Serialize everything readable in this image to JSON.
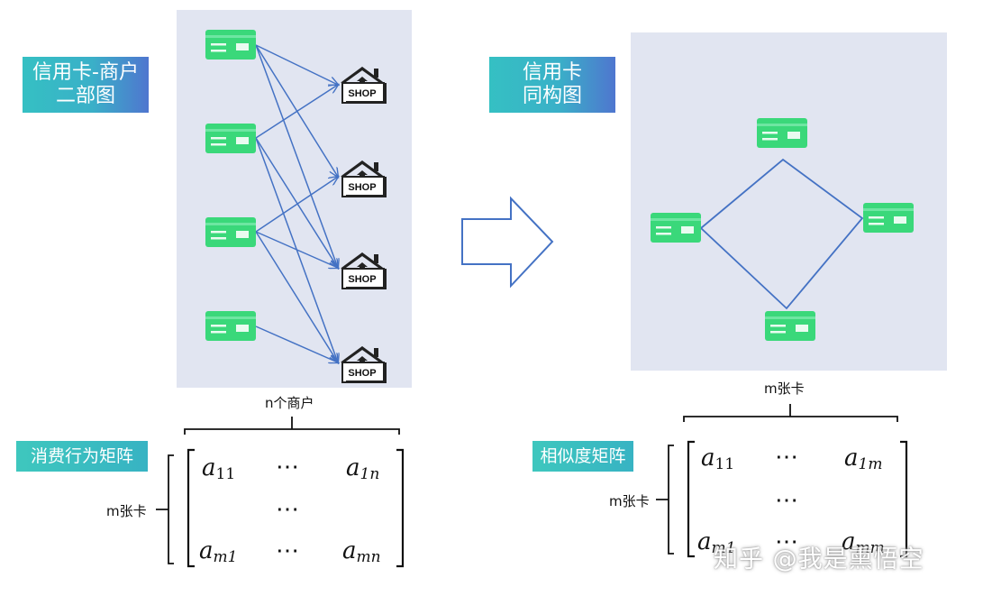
{
  "left": {
    "title_line1": "信用卡-商户",
    "title_line2": "二部图",
    "shop_label": "SHOP",
    "merchant_count_label": "n个商户",
    "matrix_label": "消费行为矩阵",
    "card_count_label": "m张卡",
    "matrix": {
      "r1c1_base": "a",
      "r1c1_sub": "11",
      "r1c3_base": "a",
      "r1c3_sub": "1n",
      "r3c1_base": "a",
      "r3c1_sub": "m1",
      "r3c3_base": "a",
      "r3c3_sub": "mn",
      "dots": "⋯"
    }
  },
  "right": {
    "title_line1": "信用卡",
    "title_line2": "同构图",
    "card_count_top_label": "m张卡",
    "matrix_label": "相似度矩阵",
    "card_count_label": "m张卡",
    "matrix": {
      "r1c1_base": "a",
      "r1c1_sub": "11",
      "r1c3_base": "a",
      "r1c3_sub": "1m",
      "r3c1_base": "a",
      "r3c1_sub": "m1",
      "r3c3_base": "a",
      "r3c3_sub": "mm",
      "dots": "⋯"
    }
  },
  "watermark": "知乎 @我是熏悟空",
  "colors": {
    "panel": "#e1e5f1",
    "card": "#3ad87a",
    "edge": "#4472c4",
    "label_gradient_start": "#35c0c3",
    "label_gradient_end": "#4f76cf"
  },
  "icons": [
    "credit-card-icon",
    "shop-icon",
    "right-arrow-icon"
  ]
}
